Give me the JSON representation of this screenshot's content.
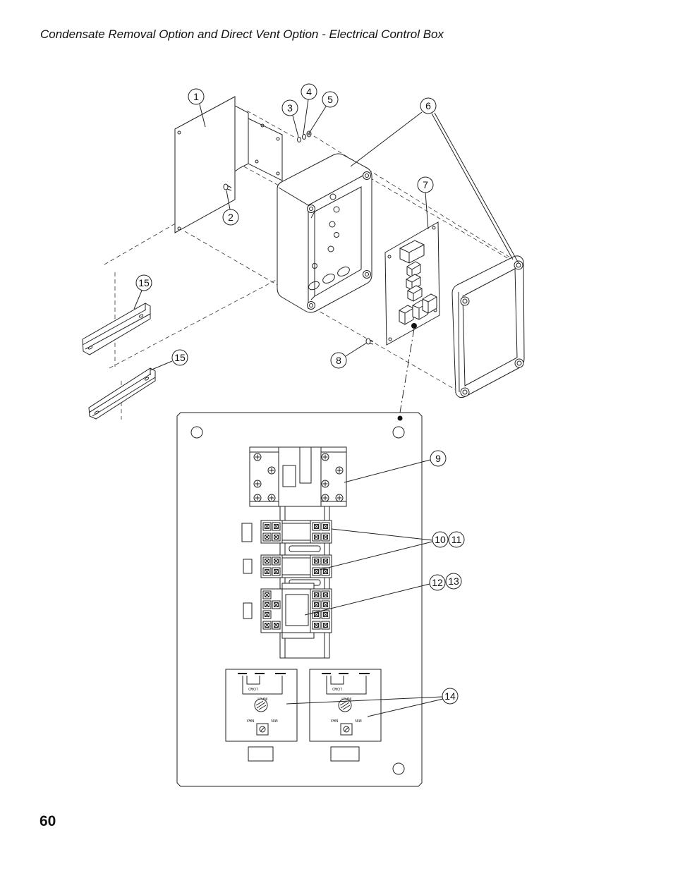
{
  "page": {
    "title": "Condensate Removal Option and Direct Vent Option - Electrical Control Box",
    "page_number": "60"
  },
  "callouts": [
    "1",
    "2",
    "3",
    "4",
    "5",
    "6",
    "7",
    "8",
    "9",
    "10",
    "11",
    "12",
    "13",
    "14",
    "15",
    "15"
  ],
  "modules": [
    {
      "load": "LOAD",
      "input": "INPUT",
      "max": "MAX",
      "min": "MIN"
    },
    {
      "load": "LOAD",
      "input": "INPUT",
      "max": "MAX",
      "min": "MIN"
    }
  ]
}
